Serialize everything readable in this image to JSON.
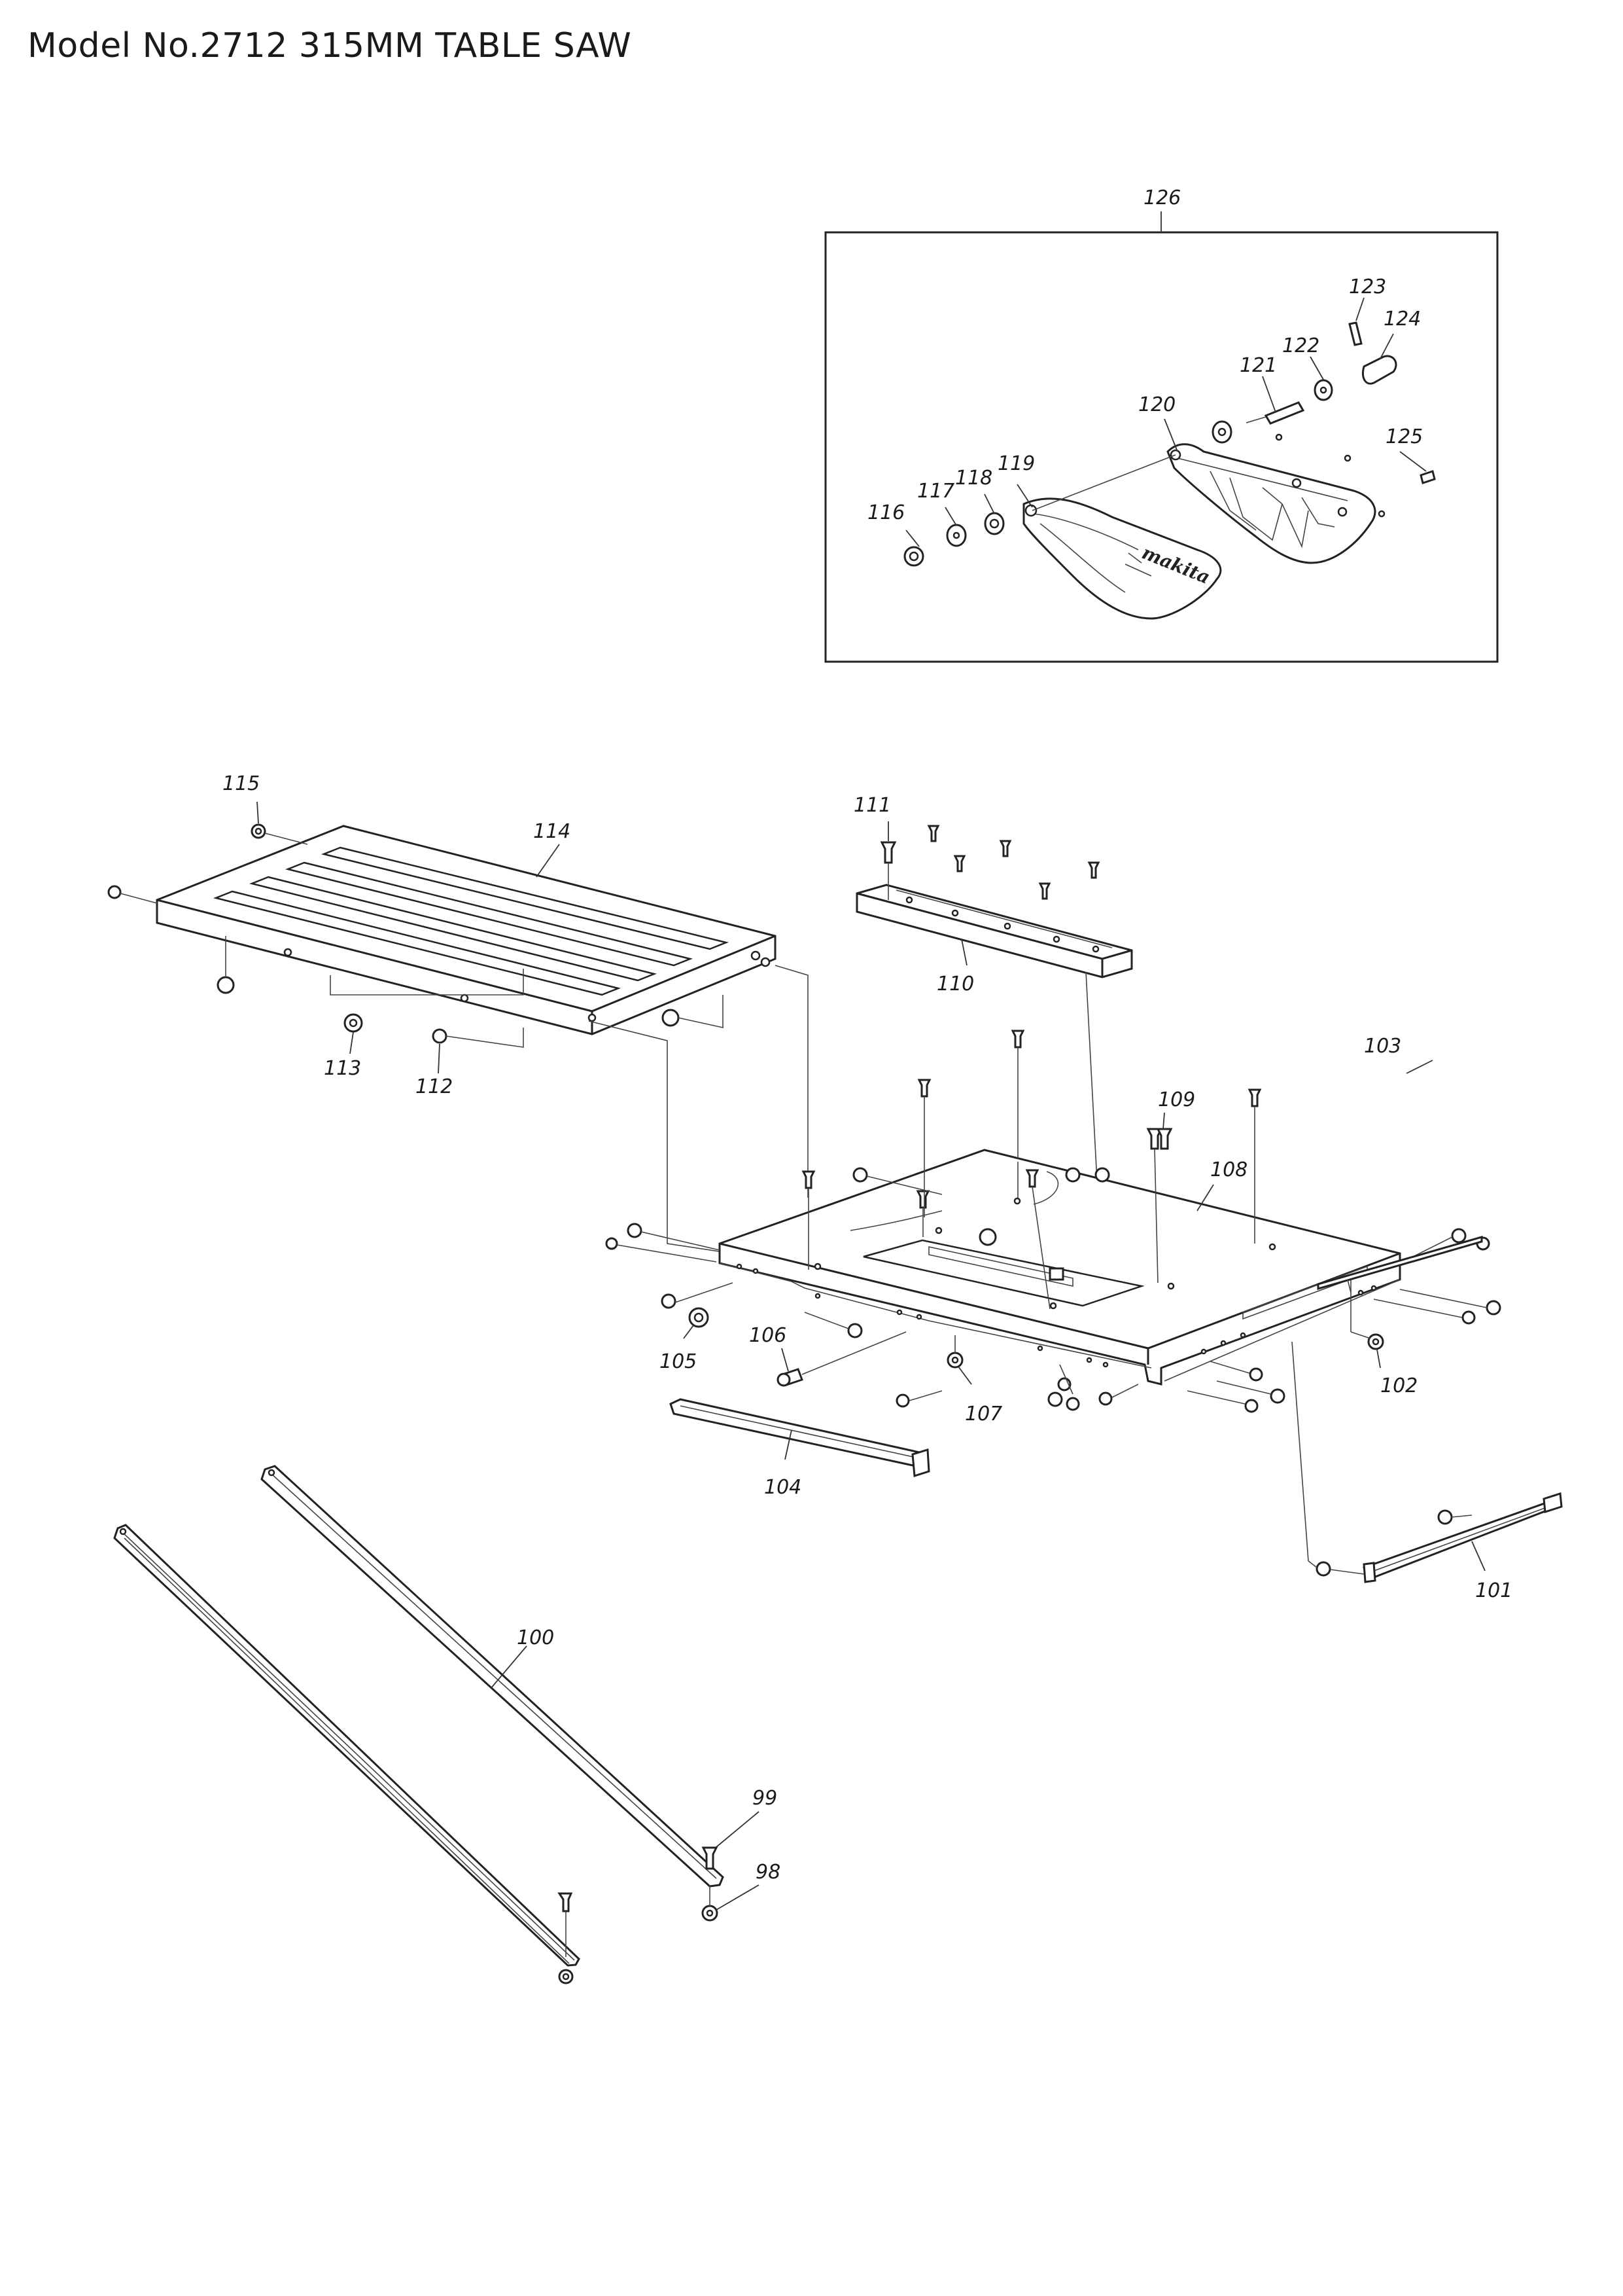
{
  "title": "Model No.2712 315MM TABLE SAW",
  "logo": "makita",
  "callouts": [
    "98",
    "99",
    "100",
    "101",
    "102",
    "103",
    "104",
    "105",
    "106",
    "107",
    "108",
    "109",
    "110",
    "111",
    "112",
    "113",
    "114",
    "115",
    "116",
    "117",
    "118",
    "119",
    "120",
    "121",
    "122",
    "123",
    "124",
    "125",
    "126"
  ]
}
